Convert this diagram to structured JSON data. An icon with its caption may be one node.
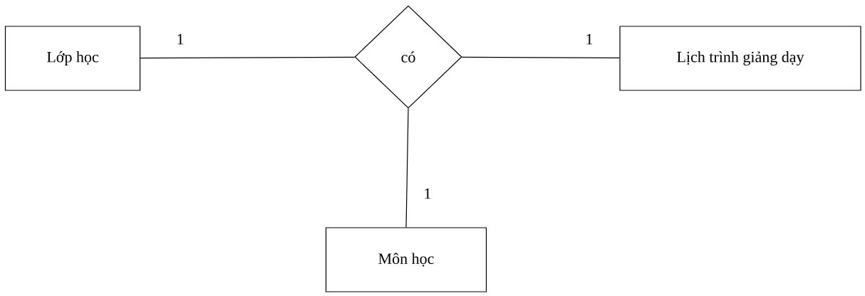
{
  "diagram": {
    "nodes": [
      {
        "text": [
          "Lớp học"
        ]
      },
      {
        "text": [
          "có"
        ]
      },
      {
        "text": [
          "Lịch trình giảng dạy"
        ]
      },
      {
        "text": [
          "Môn học"
        ]
      }
    ],
    "edges": [
      {
        "from": 0,
        "to": 1,
        "arrow": "none",
        "label": "1"
      },
      {
        "from": 1,
        "to": 2,
        "arrow": "none",
        "label": "1"
      },
      {
        "from": 1,
        "to": 3,
        "arrow": "none",
        "label": "1"
      }
    ]
  }
}
